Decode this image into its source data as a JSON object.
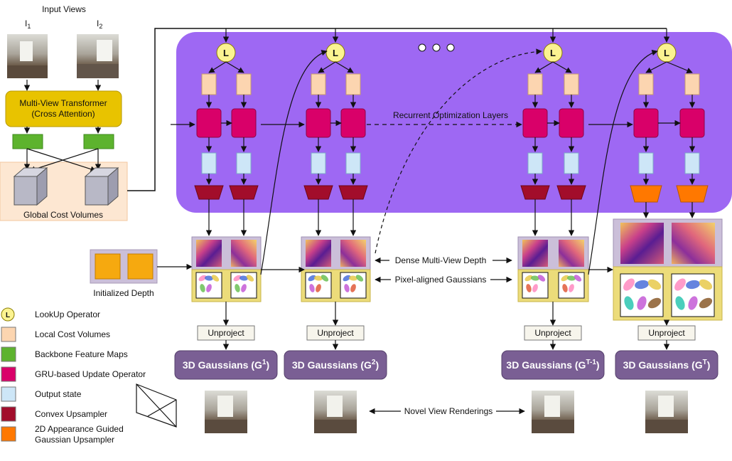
{
  "input": {
    "title": "Input Views",
    "view_labels": [
      {
        "base": "I",
        "sub": "1"
      },
      {
        "base": "I",
        "sub": "2"
      }
    ],
    "transformer_line1": "Multi-View Transformer",
    "transformer_line2": "(Cross Attention)",
    "cost_volume_label": "Global Cost Volumes",
    "init_depth_label": "Initialized Depth"
  },
  "main": {
    "recurrent_label": "Recurrent Optimization Layers",
    "lookup_letter": "L",
    "dense_depth_label": "Dense Multi-View Depth",
    "pixel_gaussians_label": "Pixel-aligned Gaussians",
    "novel_view_label": "Novel View Renderings",
    "unproject_labels": [
      "Unproject",
      "Unproject",
      "Unproject",
      "Unproject"
    ],
    "gaussians": [
      {
        "base": "3D Gaussians (G",
        "sup": "1",
        "end": ")"
      },
      {
        "base": "3D Gaussians (G",
        "sup": "2",
        "end": ")"
      },
      {
        "base": "3D Gaussians (G",
        "sup": "T-1",
        "end": ")"
      },
      {
        "base": "3D Gaussians (G",
        "sup": "T",
        "end": ")"
      }
    ]
  },
  "legend": [
    {
      "label": "LookUp Operator",
      "kind": "circle",
      "color": "#fbf391"
    },
    {
      "label": "Local Cost Volumes",
      "kind": "square",
      "color": "#fcd5b0"
    },
    {
      "label": "Backbone Feature Maps",
      "kind": "square",
      "color": "#5db32e"
    },
    {
      "label": "GRU-based Update Operator",
      "kind": "square",
      "color": "#d90069"
    },
    {
      "label": "Output state",
      "kind": "square",
      "color": "#cde6f7"
    },
    {
      "label": "Convex Upsampler",
      "kind": "square",
      "color": "#a20d2b"
    },
    {
      "label": "2D Appearance Guided",
      "label2": "Gaussian Upsampler",
      "kind": "square",
      "color": "#ff7800"
    }
  ],
  "colors": {
    "purple_panel": "#9e68f3",
    "transformer": "#e8c300",
    "gru": "#d90069",
    "feature": "#5db32e",
    "local_cost": "#fcd5b0",
    "output_state": "#cde6f7",
    "convex": "#a20d2b",
    "gauss_upsampler": "#ff7800",
    "gaussian_box": "#7a5f94",
    "depth_frame": "#cbbfd9",
    "gauss_frame": "#ecdc7a",
    "cost_volume_bg": "#fde7d2",
    "init_depth": "#f6a90f"
  }
}
